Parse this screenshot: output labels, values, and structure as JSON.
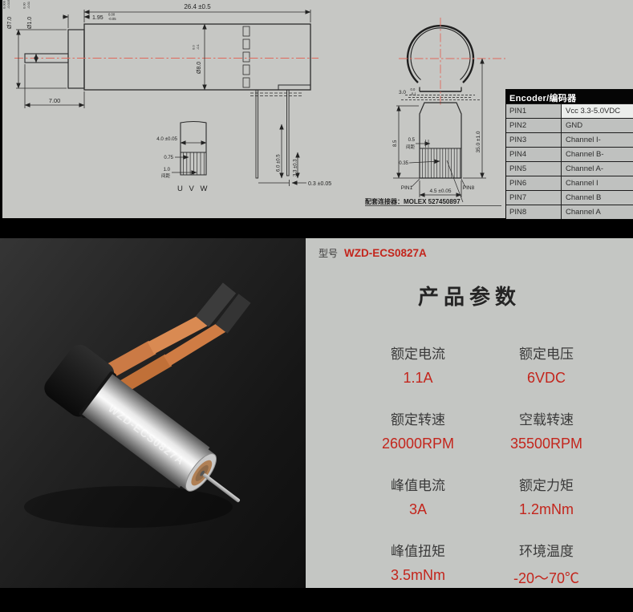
{
  "colors": {
    "drawing_bg": "#c6c7c4",
    "panel_bg": "#c4c6c3",
    "accent_red": "#c3251c",
    "centerline_red": "#e0685c",
    "line": "#2b2b2b",
    "table_header_bg": "#050505",
    "table_header_text": "#ffffff",
    "pin1_cell_bg": "#eceeec"
  },
  "drawing": {
    "side": {
      "overall": "26.4 ±0.5",
      "step": "1.95",
      "step_tol_u": "0.00",
      "step_tol_l": "-0.05",
      "dia7": "Ø7.0",
      "dia7_tol_u": "0.000",
      "dia7_tol_l": "-0.015",
      "dia1": "Ø1.0",
      "dia1_tol_u": "0.00",
      "dia1_tol_l": "-0.01",
      "dia8": "Ø8.0",
      "dia8_tol_u": "0.0",
      "dia8_tol_l": "-0.1",
      "front": "7.00",
      "pin_len": "6.0 ±0.5",
      "pin_seg": "3.3 ±0.3",
      "pin_th": "0.3 ±0.05"
    },
    "fpc": {
      "width": "4.0 ±0.05",
      "pad": "0.75",
      "pitch": "1.0",
      "pitch_lbl": "间距",
      "phases": "U V W"
    },
    "end": {
      "flat": "3.0",
      "flat_tol_u": "0.0",
      "flat_tol_l": "-0.1",
      "len": "35.0 ±1.0",
      "h": "8.5",
      "pitch": "0.5",
      "pitch_lbl": "间距",
      "pad": "0.35",
      "pin1": "PIN1",
      "pin8": "PIN8",
      "w": "4.5 ±0.05",
      "note": "配套连接器：MOLEX 527450897"
    }
  },
  "encoder_table": {
    "title": "Encoder/编码器",
    "rows": [
      {
        "pin": "PIN1",
        "desc": "Vcc 3.3-5.0VDC"
      },
      {
        "pin": "PIN2",
        "desc": "GND"
      },
      {
        "pin": "PIN3",
        "desc": "Channel I-"
      },
      {
        "pin": "PIN4",
        "desc": "Channel B-"
      },
      {
        "pin": "PIN5",
        "desc": "Channel A-"
      },
      {
        "pin": "PIN6",
        "desc": "Channel I"
      },
      {
        "pin": "PIN7",
        "desc": "Channel B"
      },
      {
        "pin": "PIN8",
        "desc": "Channel A"
      }
    ]
  },
  "photo": {
    "body_label": "WZD-ECS0827A"
  },
  "panel": {
    "model_label": "型号",
    "model": "WZD-ECS0827A",
    "title": "产品参数",
    "params": [
      {
        "name": "额定电流",
        "value": "1.1A"
      },
      {
        "name": "额定电压",
        "value": "6VDC"
      },
      {
        "name": "额定转速",
        "value": "26000RPM"
      },
      {
        "name": "空载转速",
        "value": "35500RPM"
      },
      {
        "name": "峰值电流",
        "value": "3A"
      },
      {
        "name": "额定力矩",
        "value": "1.2mNm"
      },
      {
        "name": "峰值扭矩",
        "value": "3.5mNm"
      },
      {
        "name": "环境温度",
        "value": "-20～70℃"
      }
    ]
  }
}
